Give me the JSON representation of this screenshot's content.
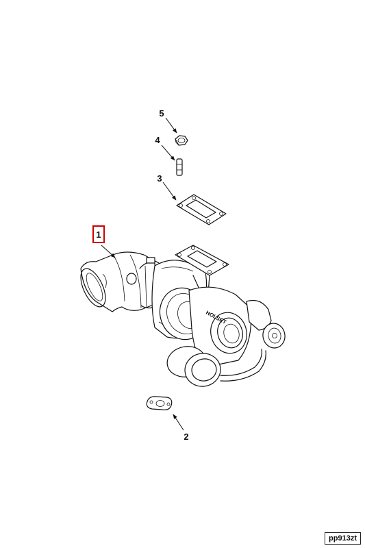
{
  "callouts": [
    {
      "id": "1",
      "label": "1",
      "highlighted": true
    },
    {
      "id": "2",
      "label": "2",
      "highlighted": false
    },
    {
      "id": "3",
      "label": "3",
      "highlighted": false
    },
    {
      "id": "4",
      "label": "4",
      "highlighted": false
    },
    {
      "id": "5",
      "label": "5",
      "highlighted": false
    }
  ],
  "brand_text": "HOLSET",
  "reference_code": "pp913zt",
  "colors": {
    "line": "#111111",
    "highlight": "#cc0000",
    "background": "#ffffff"
  }
}
